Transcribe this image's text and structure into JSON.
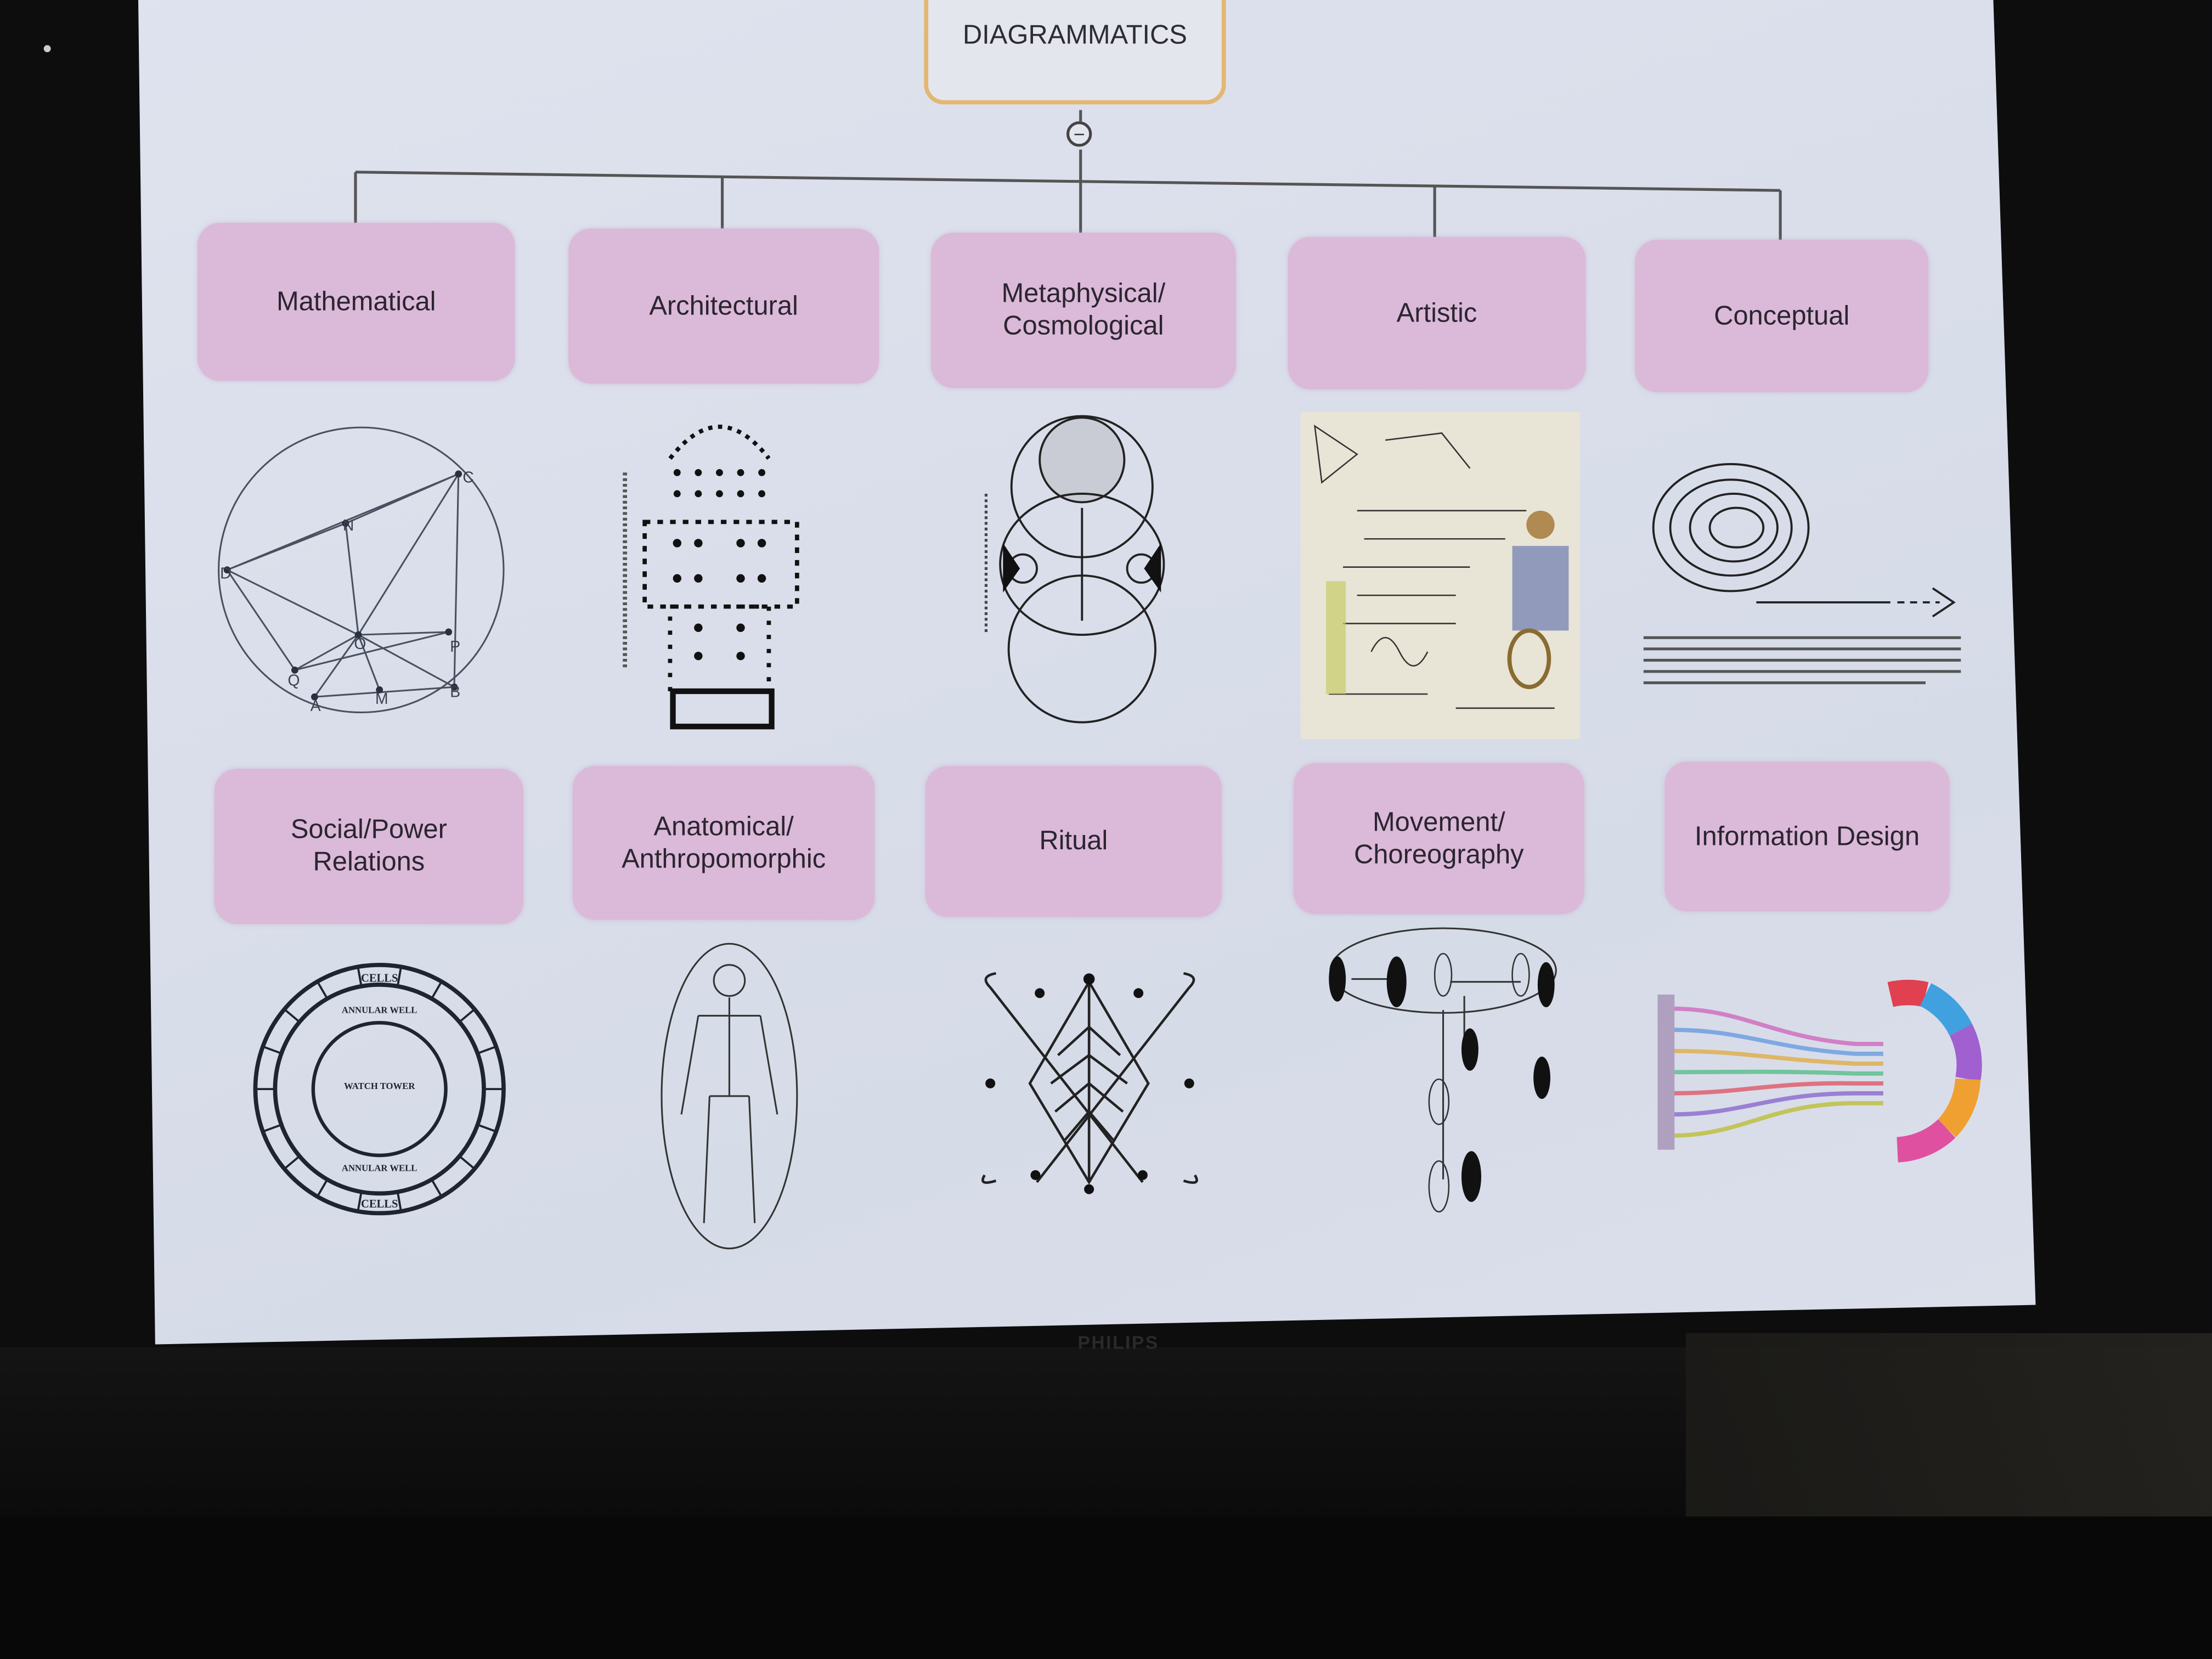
{
  "root": {
    "label": "DIAGRAMMATICS",
    "collapse_symbol": "−"
  },
  "row1": [
    {
      "label": "Mathematical"
    },
    {
      "label": "Architectural"
    },
    {
      "label": "Metaphysical/\nCosmological"
    },
    {
      "label": "Artistic"
    },
    {
      "label": "Conceptual"
    }
  ],
  "row2": [
    {
      "label": "Social/Power\nRelations"
    },
    {
      "label": "Anatomical/\nAnthropomorphic"
    },
    {
      "label": "Ritual"
    },
    {
      "label": "Movement/\nChoreography"
    },
    {
      "label": "Information Design"
    }
  ],
  "geometry_labels": {
    "A": "A",
    "B": "B",
    "C": "C",
    "D": "D",
    "M": "M",
    "N": "N",
    "O": "O",
    "P": "P",
    "Q": "Q"
  },
  "panopticon_labels": {
    "cells_top": "CELLS",
    "well_top": "ANNULAR WELL",
    "tower": "WATCH TOWER",
    "well_bottom": "ANNULAR WELL",
    "cells_bottom": "CELLS"
  },
  "monitor_brand": "PHILIPS",
  "colors": {
    "node_fill": "#dbb9d9",
    "root_border": "#e3b772",
    "slide_bg": "#dde1ec"
  }
}
